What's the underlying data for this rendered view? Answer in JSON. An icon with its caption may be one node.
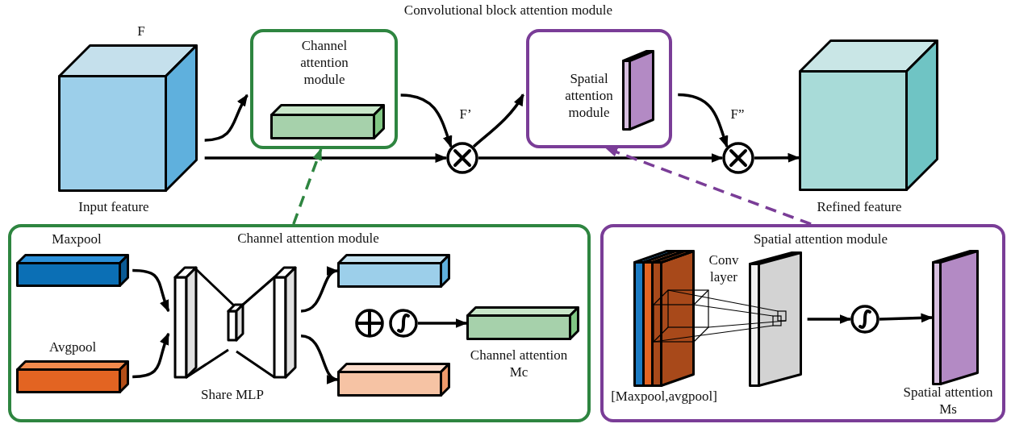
{
  "diagram": {
    "title": "Convolutional block attention module",
    "nodes": [
      {
        "text": [
          "F",
          "Input feature"
        ]
      },
      {
        "text": [
          "Channel attention module"
        ]
      },
      {
        "text": [],
        "shape": "circle",
        "beside": [
          "F’"
        ]
      },
      {
        "text": [
          "Spatial attention module"
        ]
      },
      {
        "text": [],
        "shape": "circle",
        "beside": [
          "F”"
        ]
      },
      {
        "text": [
          "Refined feature"
        ]
      },
      {
        "text": [
          "Channel attention module"
        ]
      },
      {
        "text": [
          "Maxpool"
        ],
        "in": 6
      },
      {
        "text": [
          "Avgpool"
        ],
        "in": 6
      },
      {
        "text": [
          "Share MLP"
        ],
        "in": 6
      },
      {
        "text": [],
        "shape": "box",
        "in": 6
      },
      {
        "text": [],
        "shape": "box",
        "in": 6
      },
      {
        "text": [],
        "shape": "circle",
        "in": 6
      },
      {
        "text": [],
        "shape": "circle",
        "in": 6
      },
      {
        "text": [
          "Channel attention Mc"
        ],
        "in": 6
      },
      {
        "text": [
          "Spatial attention module"
        ]
      },
      {
        "text": [
          "[Maxpool,avgpool]"
        ],
        "in": 15
      },
      {
        "text": [
          "Conv layer"
        ],
        "in": 15
      },
      {
        "text": [],
        "shape": "circle",
        "in": 15
      },
      {
        "text": [
          "Spatial attention Ms"
        ],
        "in": 15
      }
    ],
    "edges": [
      {
        "from": 0,
        "to": 1,
        "arrow": "to"
      },
      {
        "from": 1,
        "to": 2,
        "arrow": "to"
      },
      {
        "from": 0,
        "to": 2,
        "arrow": "to"
      },
      {
        "from": 2,
        "to": 3,
        "arrow": "to"
      },
      {
        "from": 3,
        "to": 4,
        "arrow": "to"
      },
      {
        "from": 2,
        "to": 4,
        "arrow": "to"
      },
      {
        "from": 4,
        "to": 5,
        "arrow": "to"
      },
      {
        "from": 6,
        "to": 1,
        "arrow": "to",
        "style": "dashed",
        "color": "#2e8540"
      },
      {
        "from": 15,
        "to": 3,
        "arrow": "to",
        "style": "dashed",
        "color": "#7a3d97"
      },
      {
        "from": 7,
        "to": 9,
        "arrow": "to"
      },
      {
        "from": 8,
        "to": 9,
        "arrow": "to"
      },
      {
        "from": 9,
        "to": 10,
        "arrow": "to"
      },
      {
        "from": 9,
        "to": 11,
        "arrow": "to"
      },
      {
        "from": 13,
        "to": 14,
        "arrow": "to"
      },
      {
        "from": 17,
        "to": 18,
        "arrow": "to"
      },
      {
        "from": 18,
        "to": 19,
        "arrow": "to"
      }
    ]
  }
}
